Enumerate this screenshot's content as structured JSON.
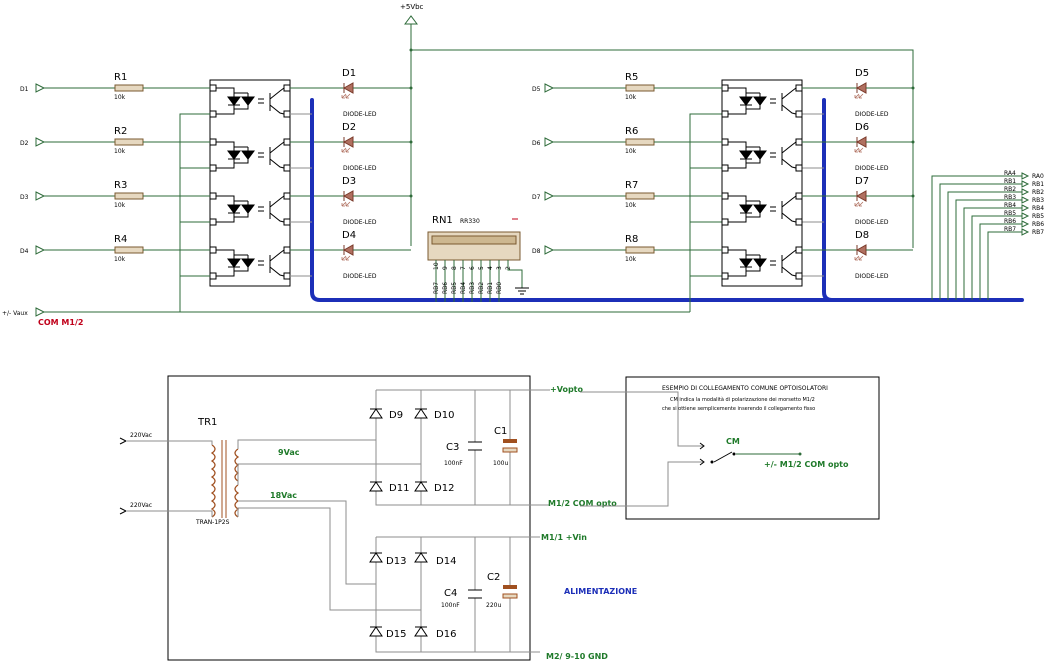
{
  "supply_top": "+5Vbc",
  "inputs_left": [
    "D1",
    "D2",
    "D3",
    "D4"
  ],
  "inputs_right": [
    "D5",
    "D6",
    "D7",
    "D8"
  ],
  "resistors_left": [
    "R1",
    "R2",
    "R3",
    "R4"
  ],
  "resistors_right": [
    "R5",
    "R6",
    "R7",
    "R8"
  ],
  "resistor_value": "10k",
  "leds_left": [
    "D1",
    "D2",
    "D3",
    "D4"
  ],
  "leds_right": [
    "D5",
    "D6",
    "D7",
    "D8"
  ],
  "led_type": "DIODE-LED",
  "vaux": "+/- Vaux",
  "com": "COM M1/2",
  "rn1": {
    "name": "RN1",
    "value": "RR330",
    "pins": [
      "10",
      "9",
      "8",
      "7",
      "6",
      "5",
      "4",
      "3",
      "2"
    ],
    "nets": [
      "RB7",
      "RB6",
      "RB5",
      "RB4",
      "RB3",
      "RB2",
      "RB1",
      "RB0"
    ]
  },
  "outputs": [
    "RA0",
    "RB1",
    "RB2",
    "RB3",
    "RB4",
    "RB5",
    "RB6",
    "RB7"
  ],
  "outputs_dup": [
    "RA4",
    "RB1",
    "RB2",
    "RB3",
    "RB4",
    "RB5",
    "RB6",
    "RB7"
  ],
  "psu": {
    "tr": "TR1",
    "tr_type": "TRAN-1P2S",
    "mains_top": "220Vac",
    "mains_bot": "220Vac",
    "sec1": "9Vac",
    "sec2": "18Vac",
    "diodes": [
      "D9",
      "D10",
      "D11",
      "D12",
      "D13",
      "D14",
      "D15",
      "D16"
    ],
    "c3": "C3",
    "c3v": "100nF",
    "c1": "C1",
    "c1v": "100u",
    "c4": "C4",
    "c4v": "100nF",
    "c2": "C2",
    "c2v": "220u",
    "vopto": "+Vopto",
    "comopto": "M1/2 COM opto",
    "vin": "M1/1  +Vin",
    "gnd": "M2/ 9-10  GND",
    "title": "ALIMENTAZIONE"
  },
  "example": {
    "title": "ESEMPIO DI COLLEGAMENTO COMUNE OPTOISOLATORI",
    "line1": "CM indica la modalità di polarizzazione dei morsetto M1/2",
    "line2": "che si ottiene semplicemente inserendo il collegamento fisso",
    "switch": "CM",
    "com": "+/- M1/2 COM opto"
  },
  "colors": {
    "wire": "#2e6b3a",
    "bus": "#1c2fb8",
    "led": "#b07060",
    "green_text": "#1f7a2a",
    "red_text": "#c0001a"
  }
}
